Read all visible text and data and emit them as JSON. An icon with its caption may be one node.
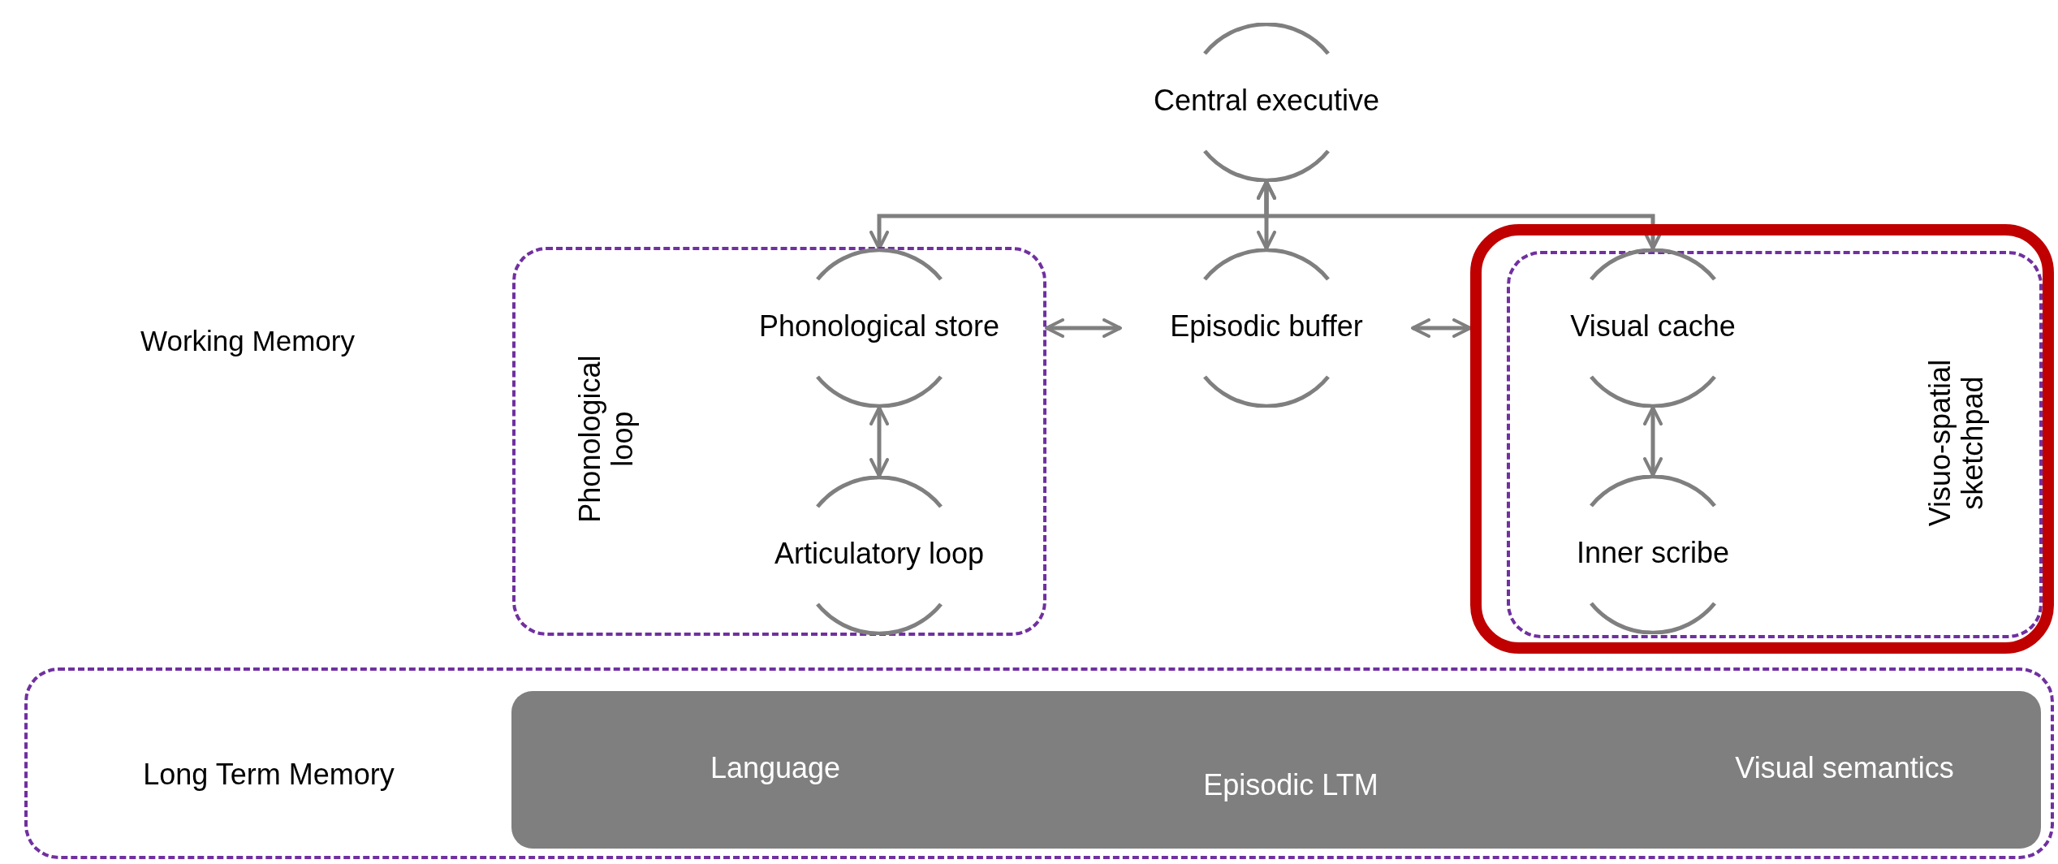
{
  "diagram": {
    "nodes": [
      {
        "text": [
          "Central executive"
        ]
      },
      {
        "text": [
          "Phonological loop"
        ]
      },
      {
        "text": [
          "Phonological store"
        ],
        "in": 1
      },
      {
        "text": [
          "Articulatory loop"
        ],
        "in": 1
      },
      {
        "text": [
          "Episodic buffer"
        ]
      },
      {
        "text": [],
        "shape": "box"
      },
      {
        "text": [
          "Visuo-spatial sketchpad"
        ],
        "in": 5
      },
      {
        "text": [
          "Visual cache"
        ],
        "in": 6
      },
      {
        "text": [
          "Inner scribe"
        ],
        "in": 6
      },
      {
        "text": [
          "Long Term Memory"
        ]
      },
      {
        "text": [
          "Language",
          "Episodic LTM",
          "Visual semantics"
        ],
        "in": 9
      }
    ],
    "edges": [
      {
        "from": 0,
        "to": 2,
        "arrow": "both"
      },
      {
        "from": 0,
        "to": 4,
        "arrow": "both"
      },
      {
        "from": 0,
        "to": 7,
        "arrow": "both"
      },
      {
        "from": 1,
        "to": 4,
        "arrow": "both"
      },
      {
        "from": 4,
        "to": 5,
        "arrow": "both"
      },
      {
        "from": 2,
        "to": 3,
        "arrow": "both"
      },
      {
        "from": 7,
        "to": 8,
        "arrow": "both"
      }
    ],
    "labels": [
      "Working Memory"
    ]
  }
}
